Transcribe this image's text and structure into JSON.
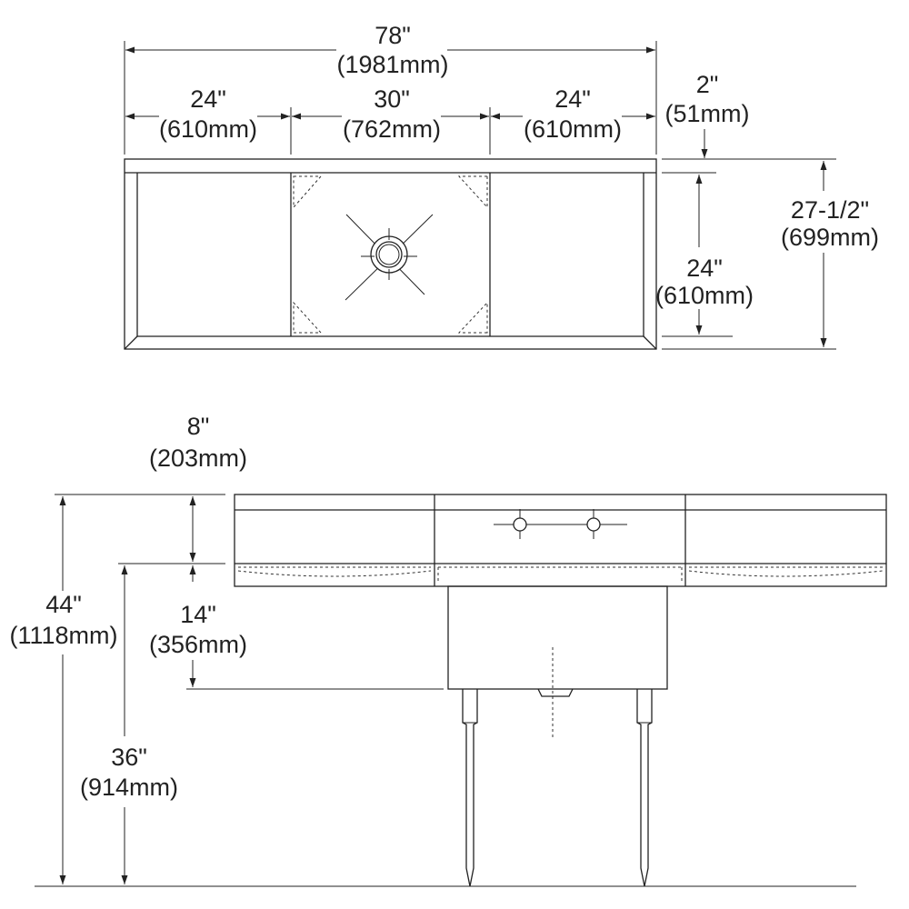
{
  "top_view": {
    "overall_width": {
      "in": "78\"",
      "mm": "(1981mm)"
    },
    "left_drainboard": {
      "in": "24\"",
      "mm": "(610mm)"
    },
    "bowl_width": {
      "in": "30\"",
      "mm": "(762mm)"
    },
    "right_drainboard": {
      "in": "24\"",
      "mm": "(610mm)"
    },
    "backsplash_depth": {
      "in": "2\"",
      "mm": "(51mm)"
    },
    "overall_depth": {
      "in": "27-1/2\"",
      "mm": "(699mm)"
    },
    "bowl_depth": {
      "in": "24\"",
      "mm": "(610mm)"
    }
  },
  "front_view": {
    "backsplash_height": {
      "in": "8\"",
      "mm": "(203mm)"
    },
    "bowl_height": {
      "in": "14\"",
      "mm": "(356mm)"
    },
    "overall_height": {
      "in": "44\"",
      "mm": "(1118mm)"
    },
    "rim_height": {
      "in": "36\"",
      "mm": "(914mm)"
    }
  },
  "colors": {
    "line": "#222222",
    "background": "#ffffff"
  }
}
